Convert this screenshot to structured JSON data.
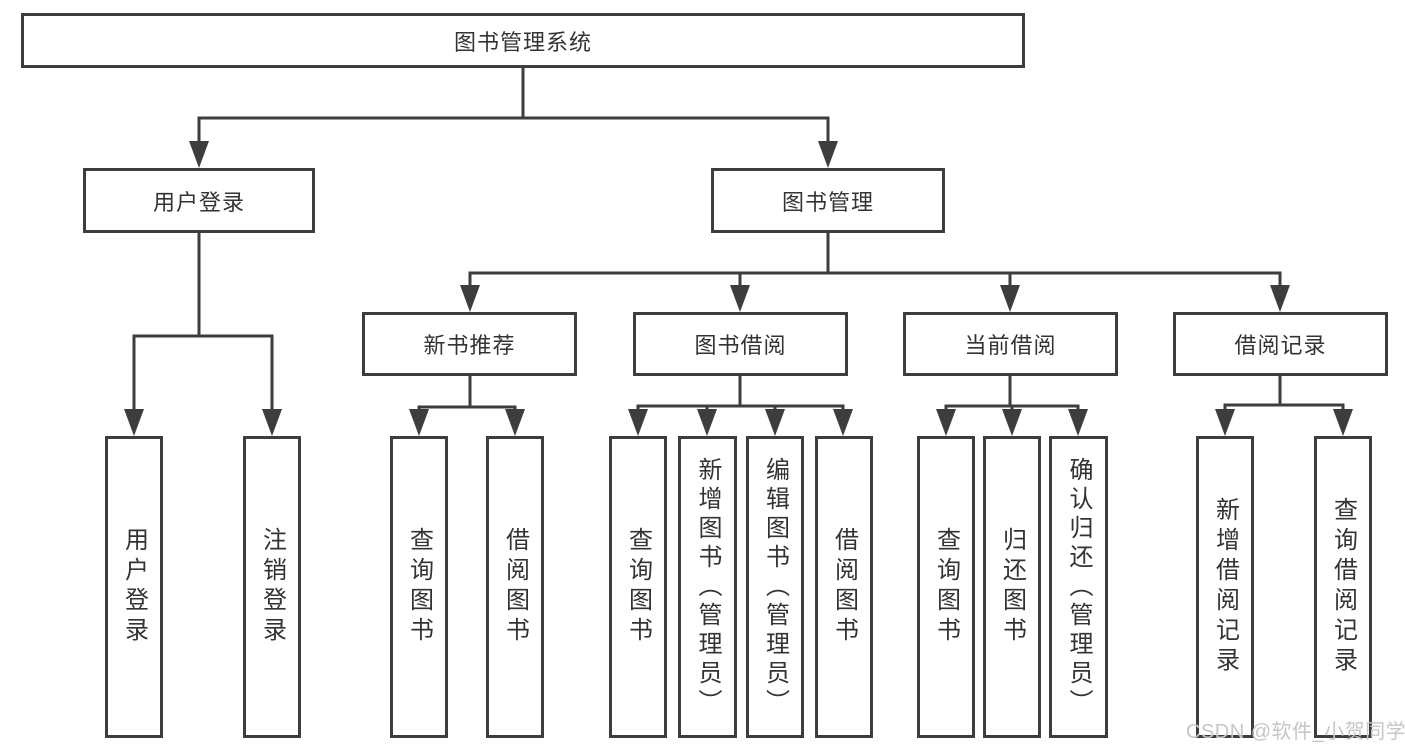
{
  "diagram": {
    "root": {
      "label": "图书管理系统",
      "children": [
        {
          "label": "用户登录",
          "children": [
            {
              "label": "用户登录"
            },
            {
              "label": "注销登录"
            }
          ]
        },
        {
          "label": "图书管理",
          "children": [
            {
              "label": "新书推荐",
              "children": [
                {
                  "label": "查询图书"
                },
                {
                  "label": "借阅图书"
                }
              ]
            },
            {
              "label": "图书借阅",
              "children": [
                {
                  "label": "查询图书"
                },
                {
                  "label": "新增图书（管理员）"
                },
                {
                  "label": "编辑图书（管理员）"
                },
                {
                  "label": "借阅图书"
                }
              ]
            },
            {
              "label": "当前借阅",
              "children": [
                {
                  "label": "查询图书"
                },
                {
                  "label": "归还图书"
                },
                {
                  "label": "确认归还（管理员）"
                }
              ]
            },
            {
              "label": "借阅记录",
              "children": [
                {
                  "label": "新增借阅记录"
                },
                {
                  "label": "查询借阅记录"
                }
              ]
            }
          ]
        }
      ]
    }
  },
  "watermark": {
    "text": "CSDN @软件_小贺同学"
  },
  "colors": {
    "line": "#3d3d3d",
    "text": "#333333",
    "watermark": "#c6c6c6",
    "background": "#ffffff"
  }
}
